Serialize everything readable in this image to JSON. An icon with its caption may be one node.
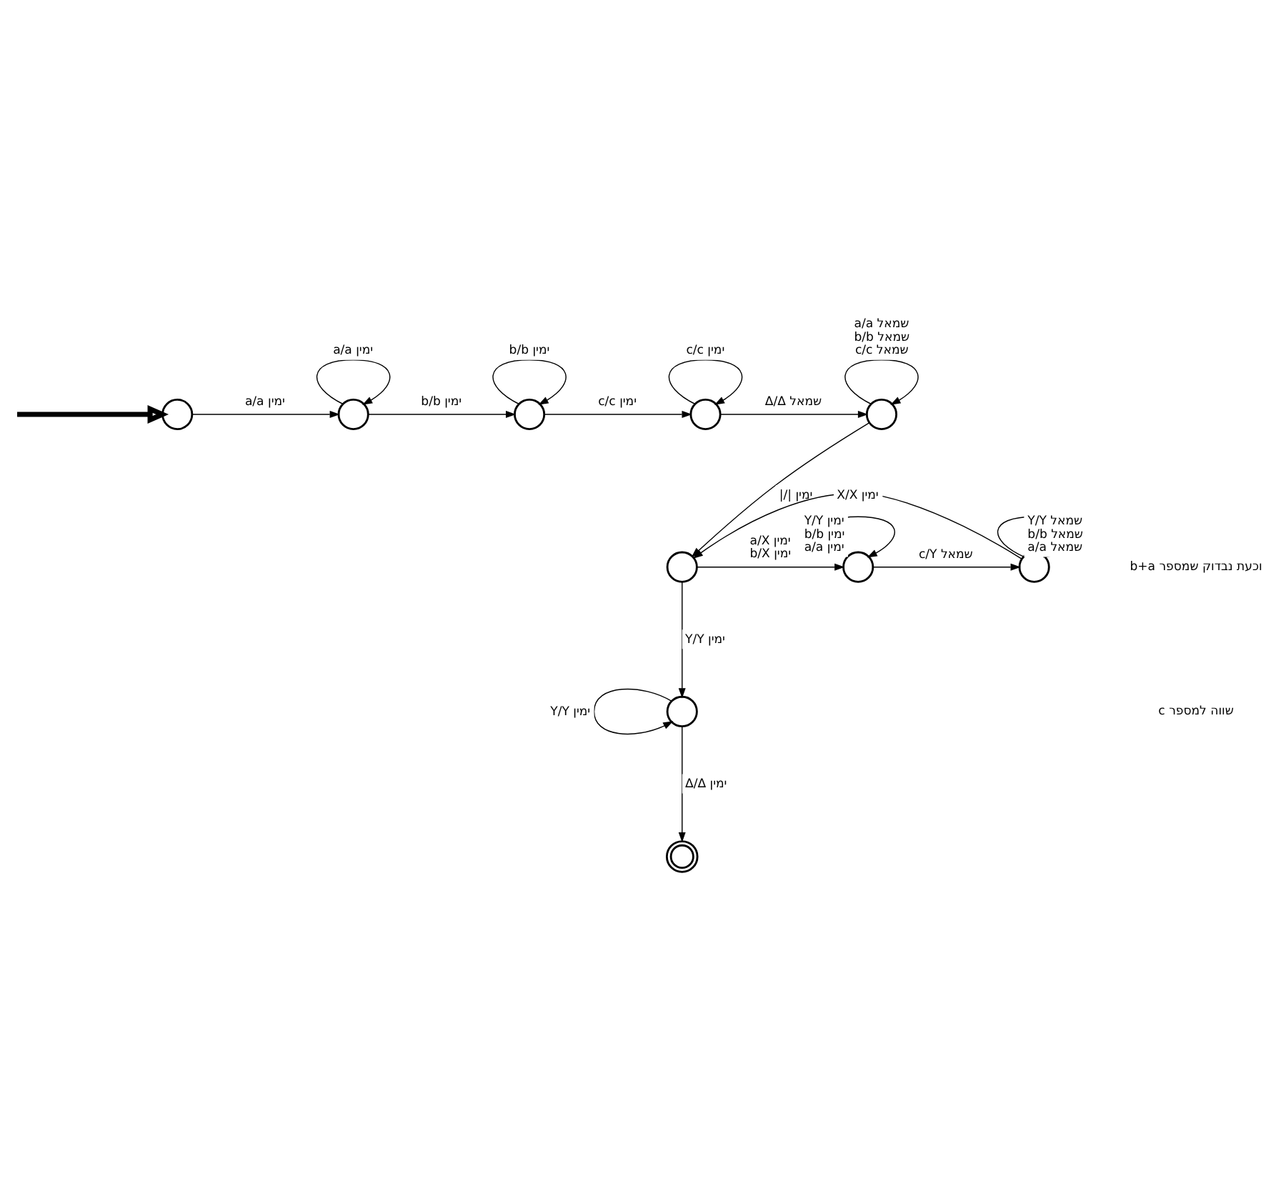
{
  "diagram": {
    "nodes": [
      {
        "text": [],
        "shape": "circle"
      },
      {
        "text": [],
        "shape": "circle"
      },
      {
        "text": [],
        "shape": "circle"
      },
      {
        "text": [],
        "shape": "circle"
      },
      {
        "text": [],
        "shape": "circle"
      },
      {
        "text": [],
        "shape": "circle"
      },
      {
        "text": [],
        "shape": "circle"
      },
      {
        "text": [],
        "shape": "circle"
      },
      {
        "text": [],
        "shape": "circle"
      },
      {
        "text": [],
        "shape": "doublecircle"
      }
    ],
    "edges": [
      {
        "from": null,
        "to": 0,
        "arrow": "to",
        "style": "thick"
      },
      {
        "from": 0,
        "to": 1,
        "arrow": "to",
        "label": "a/a ימין"
      },
      {
        "from": 1,
        "to": 1,
        "arrow": "to",
        "label": "a/a ימין"
      },
      {
        "from": 1,
        "to": 2,
        "arrow": "to",
        "label": "b/b ימין"
      },
      {
        "from": 2,
        "to": 2,
        "arrow": "to",
        "label": "b/b ימין"
      },
      {
        "from": 2,
        "to": 3,
        "arrow": "to",
        "label": "c/c ימין"
      },
      {
        "from": 3,
        "to": 3,
        "arrow": "to",
        "label": "c/c ימין"
      },
      {
        "from": 3,
        "to": 4,
        "arrow": "to",
        "label": "Δ/Δ שמאל"
      },
      {
        "from": 4,
        "to": 4,
        "arrow": "to",
        "label": "a/a שמאל b/b שמאל c/c שמאל"
      },
      {
        "from": 4,
        "to": 5,
        "arrow": "to",
        "label": "|/| ימין"
      },
      {
        "from": 7,
        "to": 5,
        "arrow": "to",
        "label": "X/X ימין"
      },
      {
        "from": 5,
        "to": 6,
        "arrow": "to",
        "label": "a/X ימין b/X ימין"
      },
      {
        "from": 6,
        "to": 6,
        "arrow": "to",
        "label": "Y/Y ימין b/b ימין a/a ימין"
      },
      {
        "from": 6,
        "to": 7,
        "arrow": "to",
        "label": "c/Y שמאל"
      },
      {
        "from": 7,
        "to": 7,
        "arrow": "to",
        "label": "Y/Y שמאל b/b שמאל a/a שמאל"
      },
      {
        "from": 5,
        "to": 8,
        "arrow": "to",
        "label": "Y/Y ימין"
      },
      {
        "from": 8,
        "to": 8,
        "arrow": "to",
        "label": "Y/Y ימין"
      },
      {
        "from": 8,
        "to": 9,
        "arrow": "to",
        "label": "Δ/Δ ימין"
      }
    ],
    "labels": [
      "b+a וכעת נבדוק שמספר",
      "c שווה למספר"
    ]
  }
}
